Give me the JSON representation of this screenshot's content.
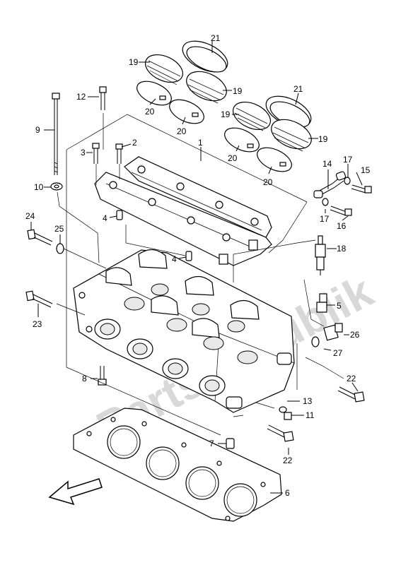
{
  "watermark": "PartsRepublik",
  "callouts": {
    "c1": "1",
    "c2": "2",
    "c3": "3",
    "c4a": "4",
    "c4b": "4",
    "c5": "5",
    "c6": "6",
    "c7": "7",
    "c8": "8",
    "c9": "9",
    "c10": "10",
    "c11": "11",
    "c12": "12",
    "c13": "13",
    "c14": "14",
    "c15": "15",
    "c16": "16",
    "c17a": "17",
    "c17b": "17",
    "c18": "18",
    "c19a": "19",
    "c19b": "19",
    "c19c": "19",
    "c19d": "19",
    "c20a": "20",
    "c20b": "20",
    "c20c": "20",
    "c20d": "20",
    "c21a": "21",
    "c21b": "21",
    "c22a": "22",
    "c22b": "22",
    "c23": "23",
    "c24": "24",
    "c25": "25",
    "c26": "26",
    "c27": "27"
  },
  "colors": {
    "line": "#000000",
    "watermark": "#d8d8d8",
    "background": "#ffffff"
  },
  "icons": {
    "direction": "front-arrow-icon"
  }
}
